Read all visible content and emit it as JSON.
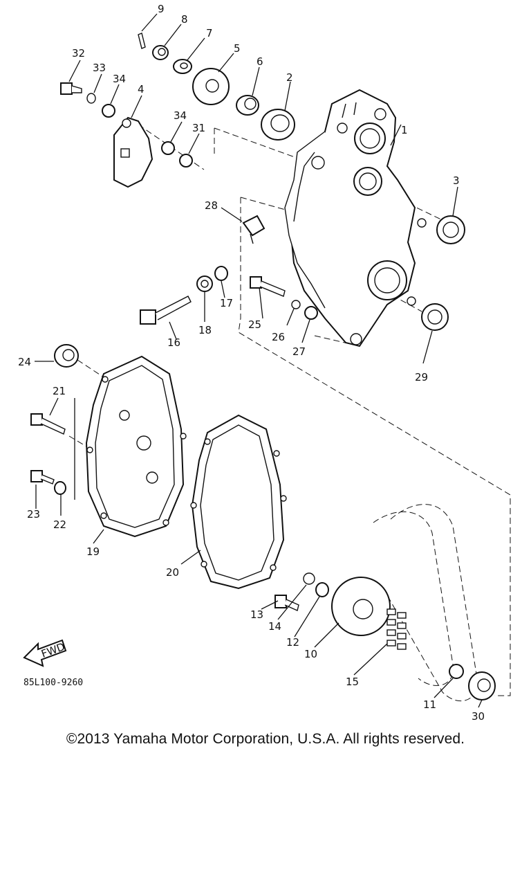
{
  "diagram": {
    "code": "85L100-9260",
    "fwd_label": "FWD",
    "callouts": [
      "1",
      "2",
      "3",
      "4",
      "5",
      "6",
      "7",
      "8",
      "9",
      "10",
      "11",
      "12",
      "13",
      "14",
      "15",
      "16",
      "17",
      "18",
      "19",
      "20",
      "21",
      "22",
      "23",
      "24",
      "25",
      "26",
      "27",
      "28",
      "29",
      "30",
      "31",
      "32",
      "33",
      "34",
      "34"
    ]
  },
  "footer": {
    "copyright": "©2013 Yamaha Motor Corporation, U.S.A. All rights reserved."
  }
}
